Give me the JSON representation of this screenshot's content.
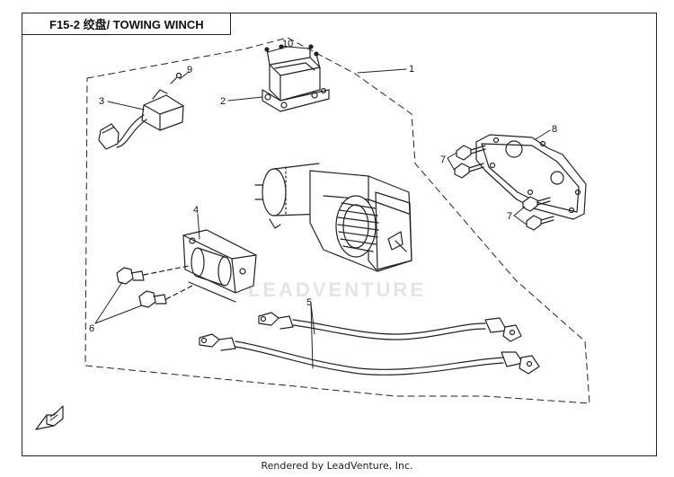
{
  "title": "F15-2  绞盘/ TOWING WINCH",
  "footer": "Rendered by LeadVenture, Inc.",
  "watermark": "LEADVENTURE",
  "callouts": [
    "1",
    "2",
    "3",
    "4",
    "5",
    "6",
    "7",
    "7",
    "8",
    "9",
    "10"
  ],
  "colors": {
    "line": "#222222",
    "watermark": "#e6e6e6"
  }
}
